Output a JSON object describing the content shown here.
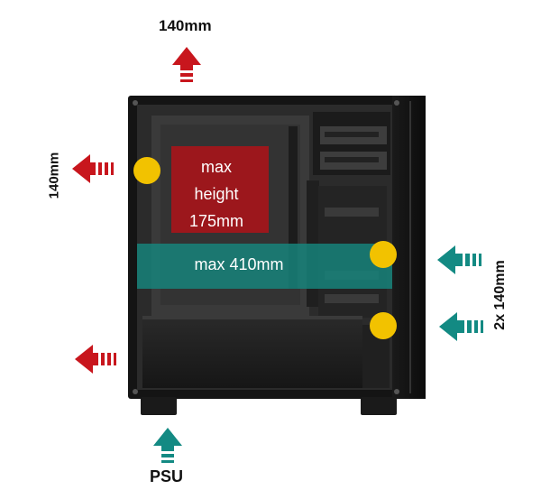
{
  "labels": {
    "top_fan": "140mm",
    "rear_fan": "140mm",
    "front_fans": "2x 140mm",
    "psu": "PSU",
    "gpu_clearance": "max 410mm",
    "cooler_line1": "max",
    "cooler_line2": "height",
    "cooler_line3": "175mm"
  },
  "colors": {
    "exhaust_arrow": "#c8161d",
    "intake_arrow": "#138a83",
    "cooler_zone": "#a5151b",
    "gpu_zone": "#16867e",
    "fan_marker": "#f2c200",
    "case_body": "#141414",
    "case_interior": "#2b2b2b"
  },
  "icons": {
    "exhaust": "arrow-exhaust-icon",
    "intake": "arrow-intake-icon",
    "fan_mount": "fan-position-marker"
  }
}
